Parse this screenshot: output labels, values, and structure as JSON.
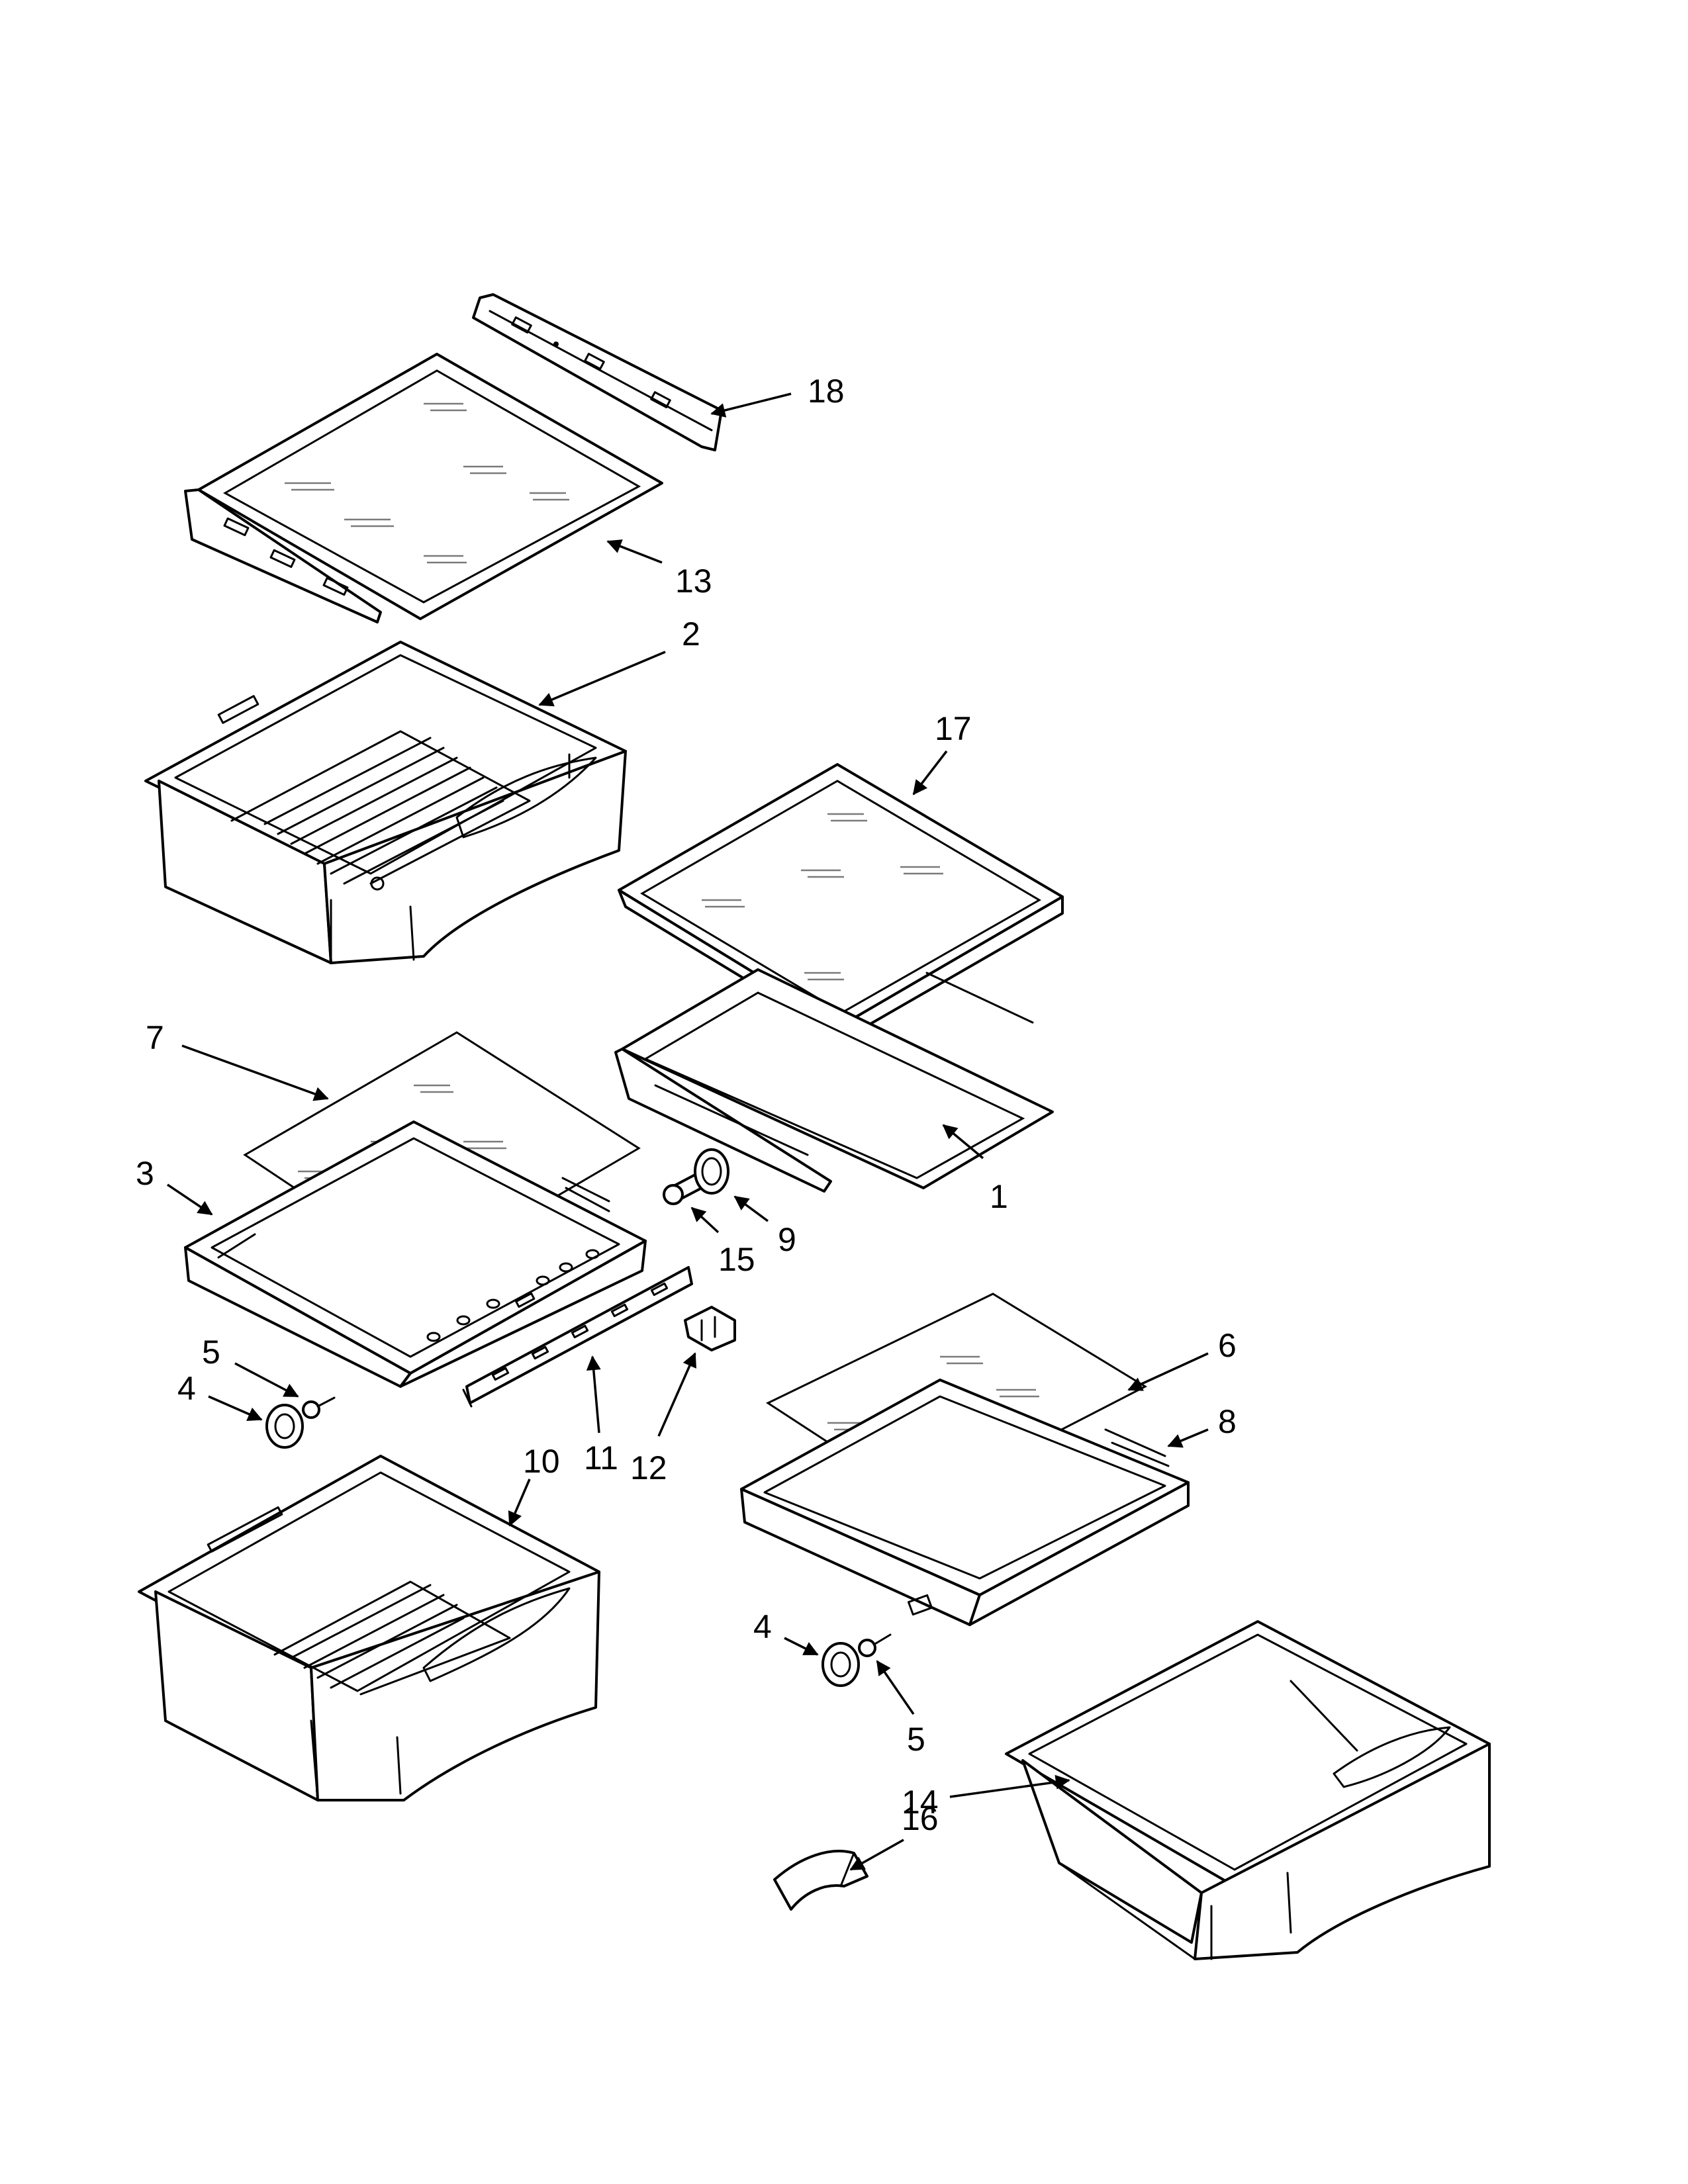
{
  "callouts": [
    {
      "id": "18",
      "label": "18"
    },
    {
      "id": "13",
      "label": "13"
    },
    {
      "id": "2",
      "label": "2"
    },
    {
      "id": "17",
      "label": "17"
    },
    {
      "id": "7",
      "label": "7"
    },
    {
      "id": "1",
      "label": "1"
    },
    {
      "id": "3",
      "label": "3"
    },
    {
      "id": "9",
      "label": "9"
    },
    {
      "id": "15",
      "label": "15"
    },
    {
      "id": "5a",
      "label": "5"
    },
    {
      "id": "4a",
      "label": "4"
    },
    {
      "id": "11",
      "label": "11"
    },
    {
      "id": "12",
      "label": "12"
    },
    {
      "id": "6",
      "label": "6"
    },
    {
      "id": "8",
      "label": "8"
    },
    {
      "id": "10",
      "label": "10"
    },
    {
      "id": "4b",
      "label": "4"
    },
    {
      "id": "5b",
      "label": "5"
    },
    {
      "id": "14",
      "label": "14"
    },
    {
      "id": "16",
      "label": "16"
    }
  ]
}
